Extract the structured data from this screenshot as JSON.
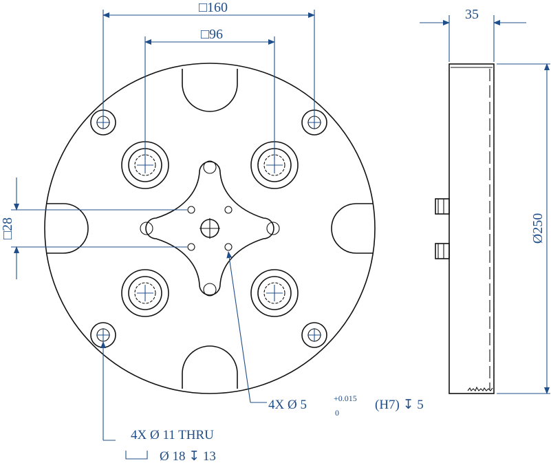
{
  "drawing": {
    "dims": {
      "square_160": "□160",
      "square_96": "□96",
      "square_28": "□28",
      "width_35": "35",
      "dia_250": "Ø250"
    },
    "callouts": {
      "pin_hole": {
        "prefix": "4X  Ø  5",
        "tol_upper": "+0.015",
        "tol_lower": "0",
        "suffix": "(H7)  ↧  5"
      },
      "thru_hole_line1": "4X  Ø  11  THRU",
      "thru_hole_line2_symbol": "⊔",
      "thru_hole_line2": "Ø  18  ↧  13"
    }
  }
}
